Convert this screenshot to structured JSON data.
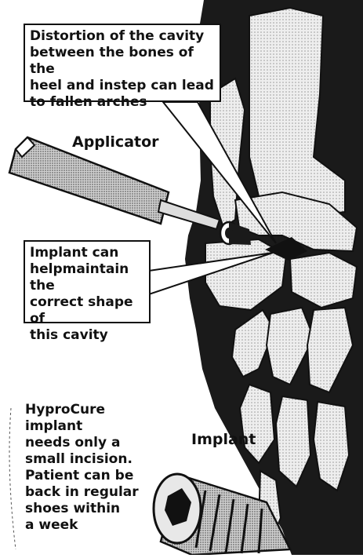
{
  "labels": {
    "applicator": "Applicator",
    "implant": "Implant"
  },
  "callouts": {
    "cavity": {
      "lines": [
        "Distortion of the cavity",
        "between the bones of the",
        "heel and instep can lead",
        "to fallen arches"
      ]
    },
    "shape": {
      "lines": [
        "Implant can",
        "helpmaintain the",
        "correct shape of",
        "this cavity"
      ]
    },
    "incision": {
      "lines": [
        "HyproCure implant",
        "needs only a",
        "small incision.",
        "Patient can be",
        "back in regular",
        "shoes within",
        "a week"
      ]
    }
  },
  "colors": {
    "ink": "#111111",
    "bone": "#e8e8e8",
    "dark_fill": "#1a1a1a",
    "paper": "#ffffff"
  },
  "icons": {
    "applicator": "applicator-tool-icon",
    "implant": "implant-screw-icon",
    "foot": "foot-bones-illustration"
  }
}
